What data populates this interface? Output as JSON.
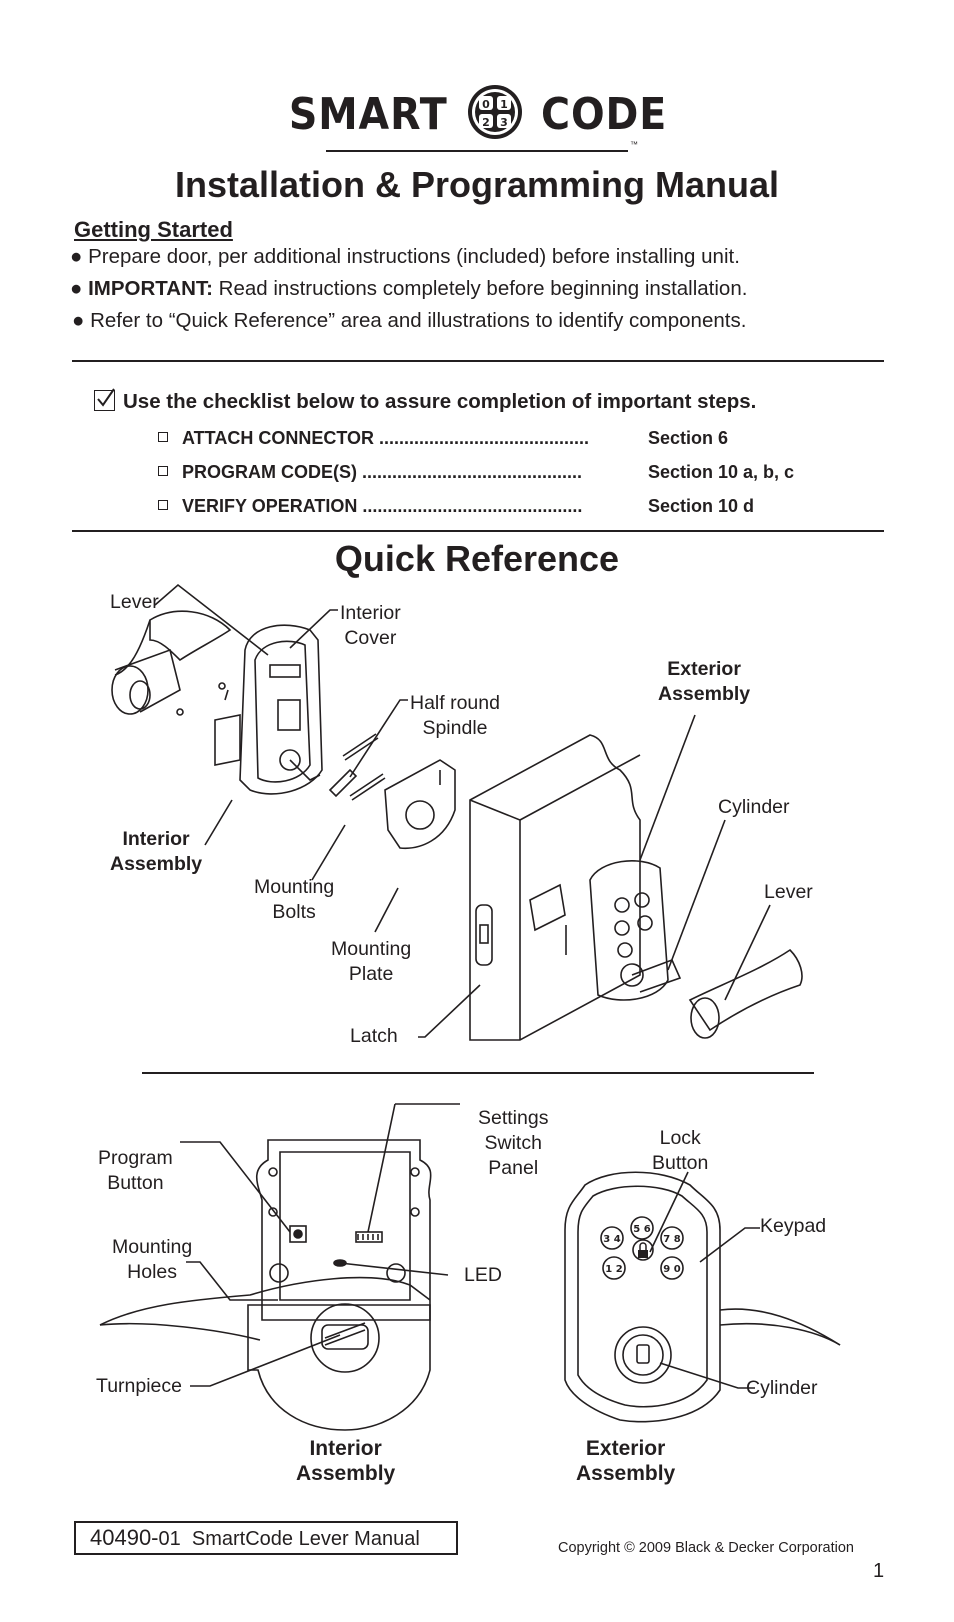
{
  "brand": {
    "left_word": "SMART",
    "right_word": "CODE",
    "badge_digits": [
      "0",
      "1",
      "2",
      "3"
    ],
    "trademark": "™"
  },
  "title": "Installation & Programming Manual",
  "getting_started": {
    "heading": "Getting Started",
    "bullets": [
      {
        "lead": "",
        "text": "Prepare door, per additional instructions (included) before installing unit."
      },
      {
        "lead": "IMPORTANT:",
        "text": " Read instructions completely before beginning installation."
      },
      {
        "lead": "",
        "text": "Refer to “Quick Reference” area and illustrations to identify components."
      }
    ]
  },
  "checklist": {
    "intro": "Use the checklist below to assure completion of important steps.",
    "items": [
      {
        "task": "ATTACH CONNECTOR",
        "section": "Section 6"
      },
      {
        "task": "PROGRAM CODE(S)",
        "section": "Section 10 a, b, c"
      },
      {
        "task": "VERIFY OPERATION",
        "section": "Section 10 d"
      }
    ]
  },
  "quick_reference": {
    "heading": "Quick  Reference",
    "exploded_labels": {
      "lever_left": "Lever",
      "interior_cover": [
        "Interior",
        "Cover"
      ],
      "half_round_spindle": [
        "Half round",
        "Spindle"
      ],
      "exterior_assembly": [
        "Exterior",
        "Assembly"
      ],
      "cylinder": "Cylinder",
      "lever_right": "Lever",
      "interior_assembly": [
        "Interior",
        "Assembly"
      ],
      "mounting_bolts": [
        "Mounting",
        "Bolts"
      ],
      "mounting_plate": [
        "Mounting",
        "Plate"
      ],
      "latch": "Latch"
    },
    "interior_view": {
      "program_button": [
        "Program",
        "Button"
      ],
      "settings_switch_panel": [
        "Settings",
        "Switch",
        "Panel"
      ],
      "mounting_holes": [
        "Mounting",
        "Holes"
      ],
      "led": "LED",
      "turnpiece": "Turnpiece",
      "caption": [
        "Interior",
        "Assembly"
      ]
    },
    "exterior_view": {
      "lock_button": [
        "Lock",
        "Button"
      ],
      "keypad": "Keypad",
      "cylinder": "Cylinder",
      "caption": [
        "Exterior",
        "Assembly"
      ],
      "keys": [
        "5 6",
        "3 4",
        "7 8",
        "1 2",
        "9 0"
      ]
    }
  },
  "footer": {
    "part_number": "40490-",
    "revision": "01",
    "manual_name": "SmartCode Lever Manual",
    "copyright": "Copyright © 2009 Black & Decker Corporation",
    "page": "1"
  }
}
